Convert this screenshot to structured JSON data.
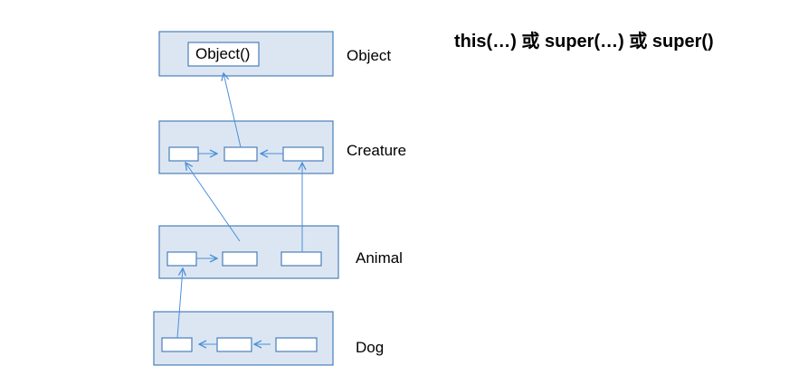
{
  "heading": "this(…) 或 super(…) 或 super()",
  "colors": {
    "class_fill": "#dce6f2",
    "class_stroke": "#4a7ebb",
    "method_fill": "#ffffff",
    "arrow": "#4a90d9"
  },
  "classes": [
    {
      "name": "Object",
      "method_label": "Object()"
    },
    {
      "name": "Creature"
    },
    {
      "name": "Animal"
    },
    {
      "name": "Dog"
    }
  ]
}
